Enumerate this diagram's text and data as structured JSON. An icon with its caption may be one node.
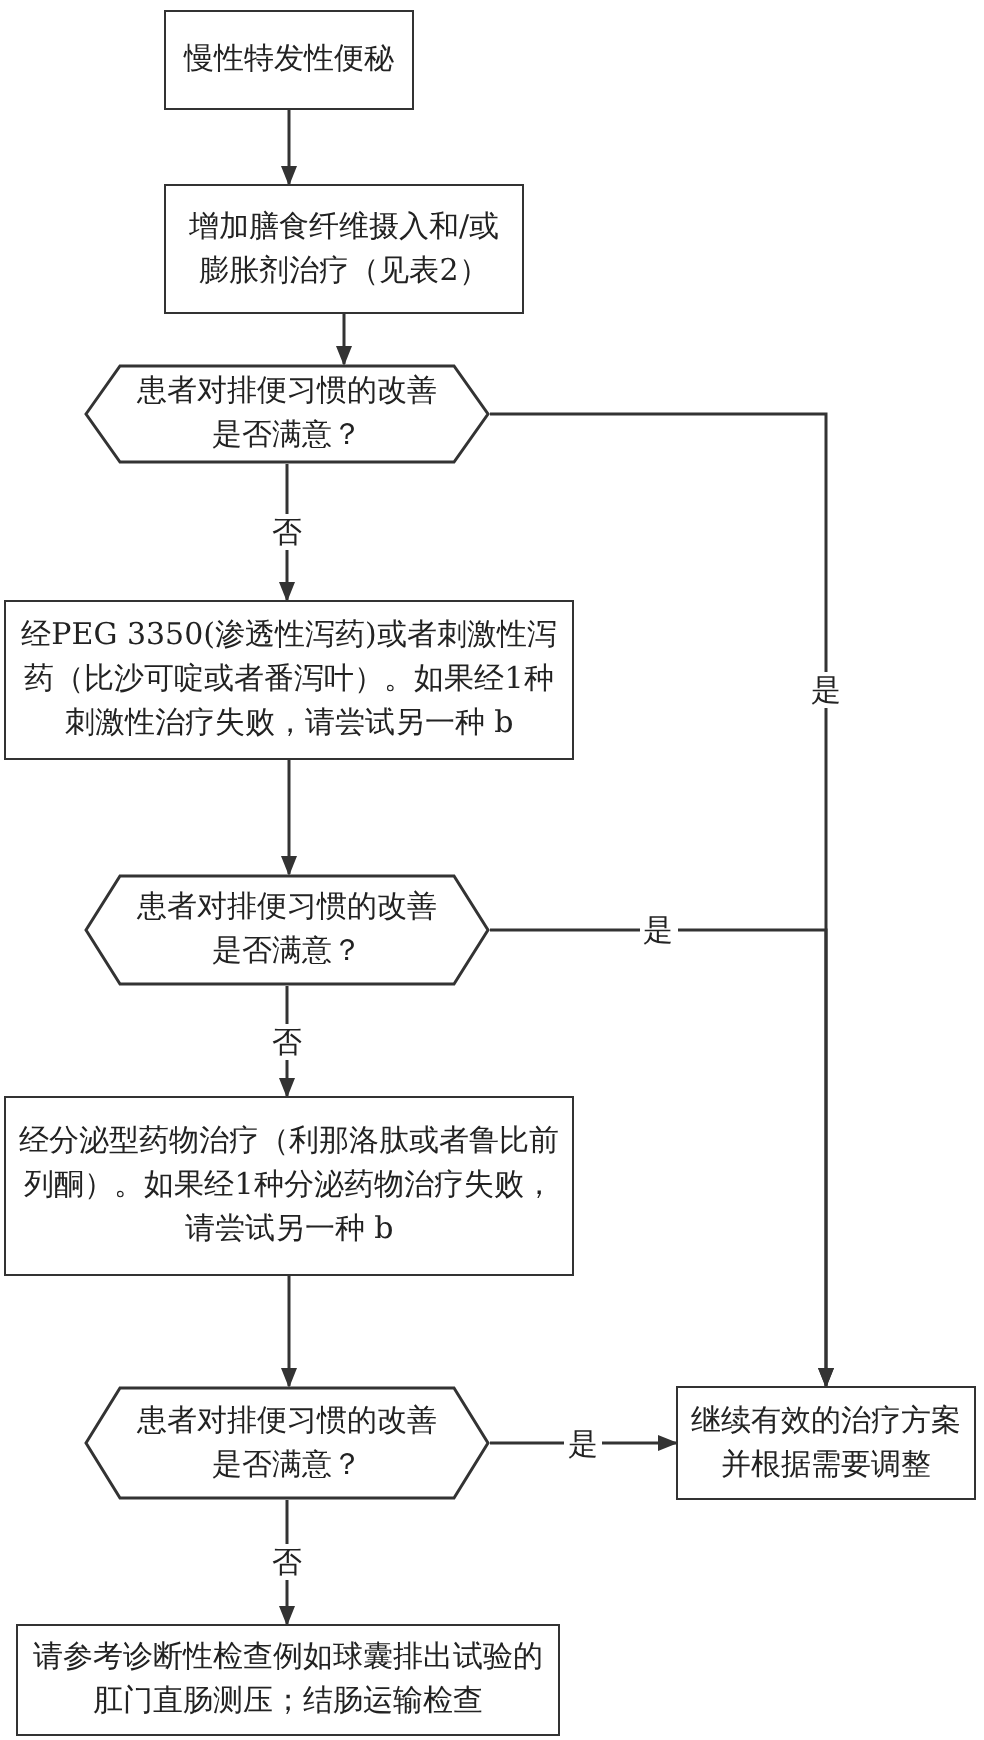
{
  "diagram": {
    "nodes": [
      {
        "text": [
          "慢性特发性便秘"
        ]
      },
      {
        "text": [
          "增加膳食纤维摄入和/或膨胀剂治疗（见表2）"
        ]
      },
      {
        "text": [
          "患者对排便习惯的改善是否满意？"
        ]
      },
      {
        "text": [
          "经PEG 3350(渗透性泻药)或者刺激性泻药（比沙可啶或者番泻叶）。如果经1种刺激性治疗失败，请尝试另一种 b"
        ]
      },
      {
        "text": [
          "患者对排便习惯的改善是否满意？"
        ]
      },
      {
        "text": [
          "经分泌型药物治疗（利那洛肽或者鲁比前列酮）。如果经1种分泌药物治疗失败，请尝试另一种 b"
        ]
      },
      {
        "text": [
          "患者对排便习惯的改善是否满意？"
        ]
      },
      {
        "text": [
          "继续有效的治疗方案并根据需要调整"
        ]
      },
      {
        "text": [
          "请参考诊断性检查例如球囊排出试验的肛门直肠测压；结肠运输检查"
        ]
      }
    ],
    "edges": [
      {
        "from": 0,
        "to": 1,
        "arrow": "to"
      },
      {
        "from": 1,
        "to": 2,
        "arrow": "to"
      },
      {
        "from": 2,
        "to": 3,
        "arrow": "to",
        "label": "否"
      },
      {
        "from": 3,
        "to": 4,
        "arrow": "to"
      },
      {
        "from": 4,
        "to": 5,
        "arrow": "to",
        "label": "否"
      },
      {
        "from": 5,
        "to": 6,
        "arrow": "to"
      },
      {
        "from": 6,
        "to": 8,
        "arrow": "to",
        "label": "否"
      },
      {
        "from": 2,
        "to": 7,
        "arrow": "to",
        "label": "是"
      },
      {
        "from": 4,
        "to": 7,
        "arrow": "to",
        "label": "是"
      },
      {
        "from": 6,
        "to": 7,
        "arrow": "to",
        "label": "是"
      }
    ]
  }
}
